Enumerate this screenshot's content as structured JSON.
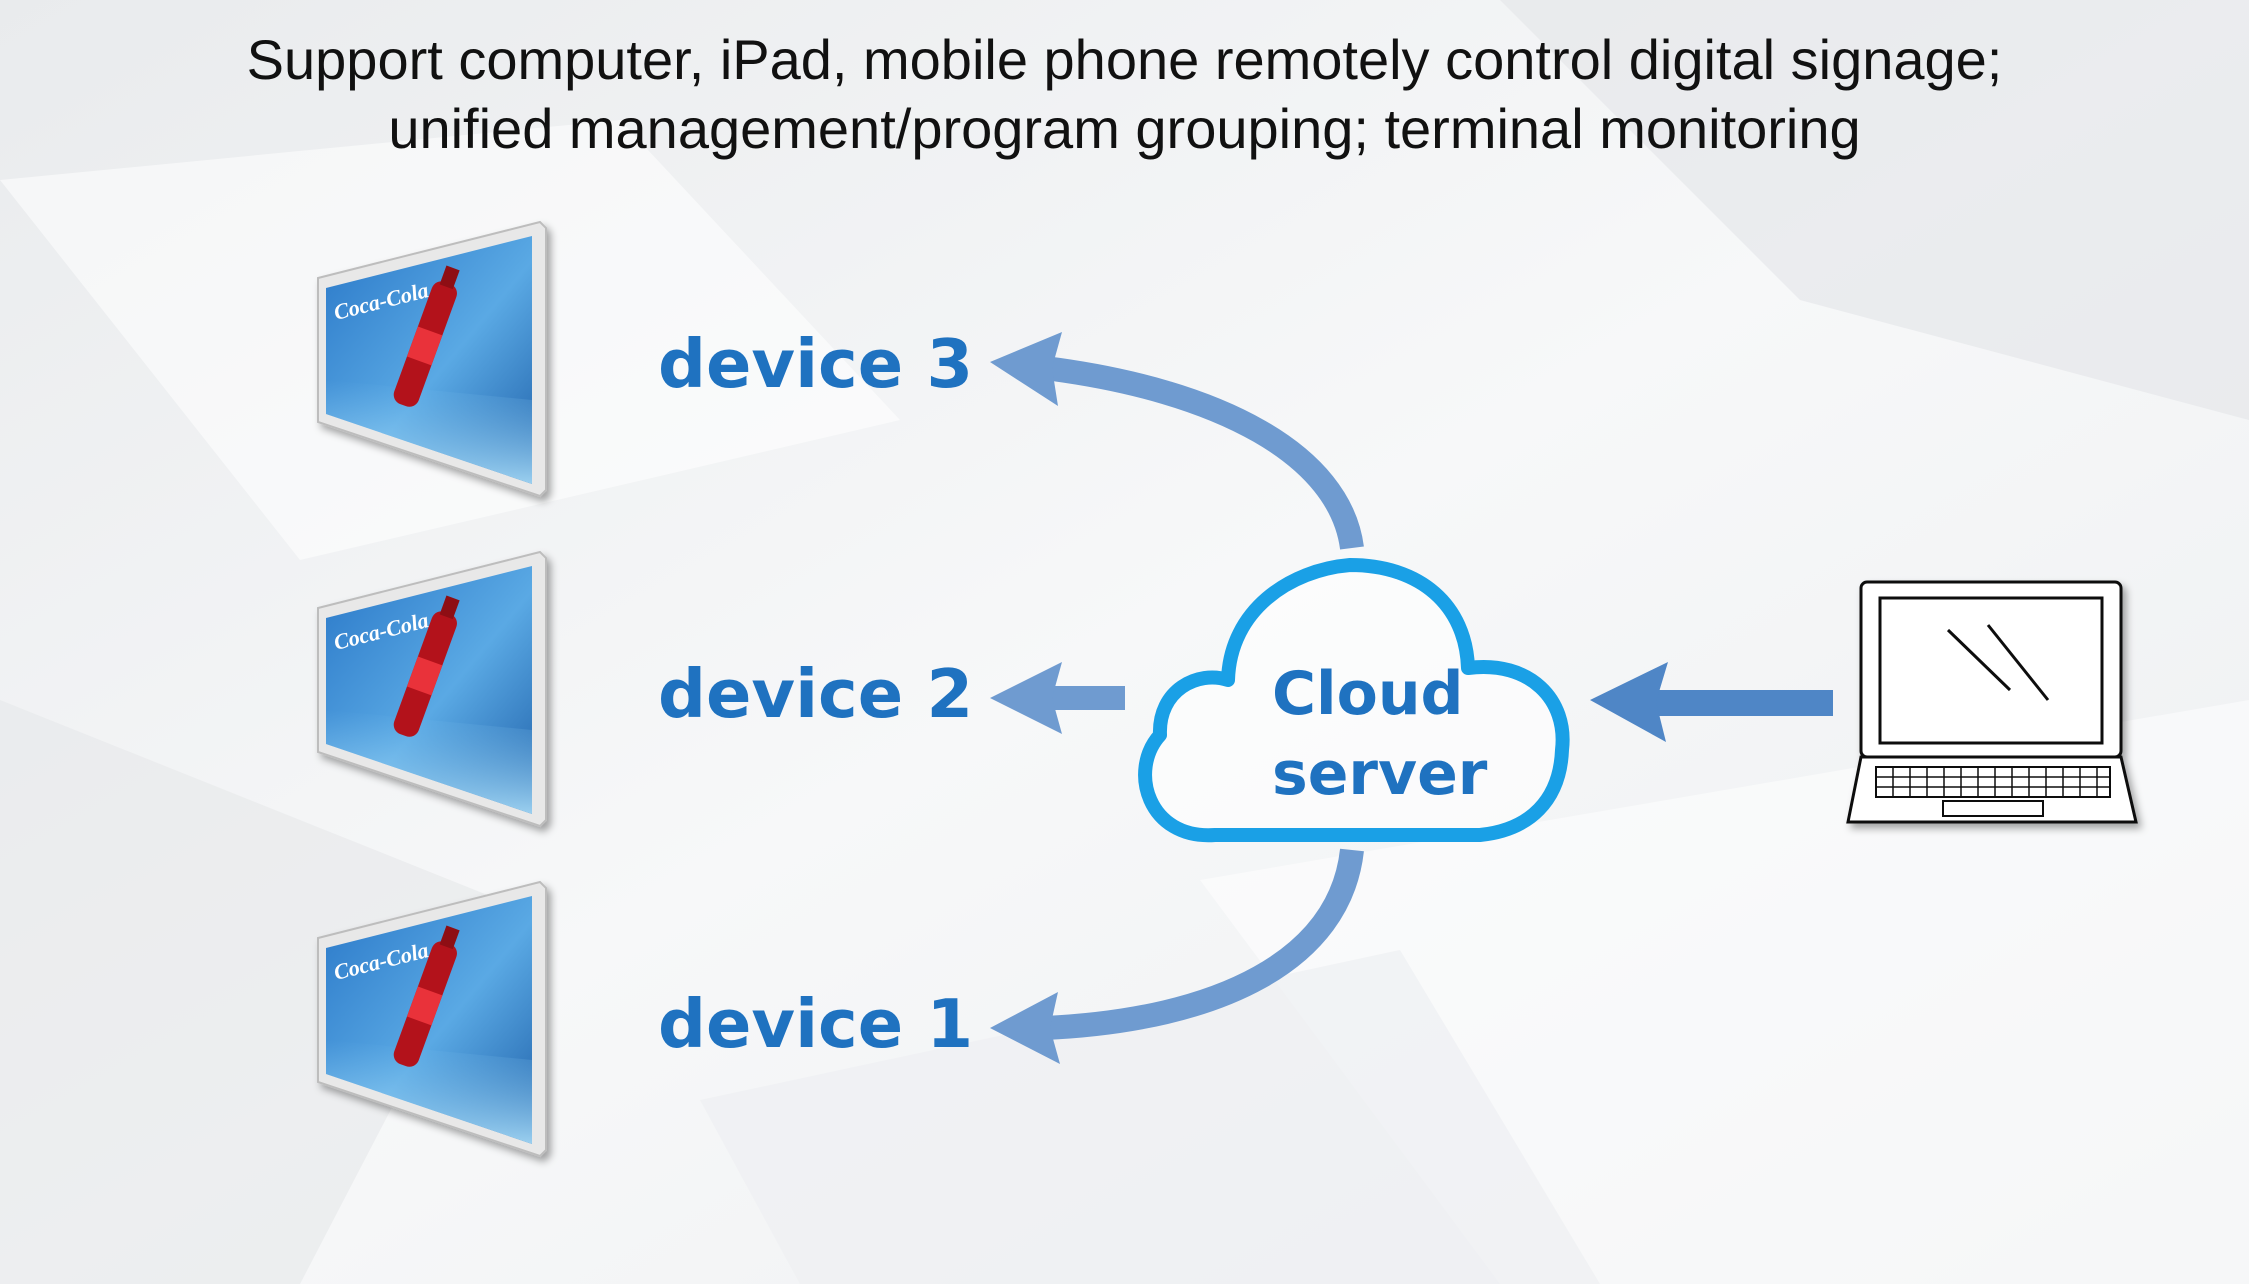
{
  "header": {
    "subtitle_line1": "Support computer, iPad, mobile phone remotely control digital signage;",
    "subtitle_line2": "unified management/program grouping; terminal monitoring"
  },
  "devices": [
    {
      "label": "device 3",
      "screen_brand": "Coca-Cola"
    },
    {
      "label": "device 2",
      "screen_brand": "Coca-Cola"
    },
    {
      "label": "device 1",
      "screen_brand": "Coca-Cola"
    }
  ],
  "cloud": {
    "line1": "Cloud",
    "line2": "server"
  },
  "colors": {
    "label_blue": "#1f72c0",
    "arrow_blue": "#6f9bd0",
    "cloud_blue": "#1aa0e6",
    "background": "#f4f5f6"
  },
  "icons": [
    "digital-signage-screen",
    "cloud-icon",
    "laptop-icon",
    "arrow"
  ]
}
